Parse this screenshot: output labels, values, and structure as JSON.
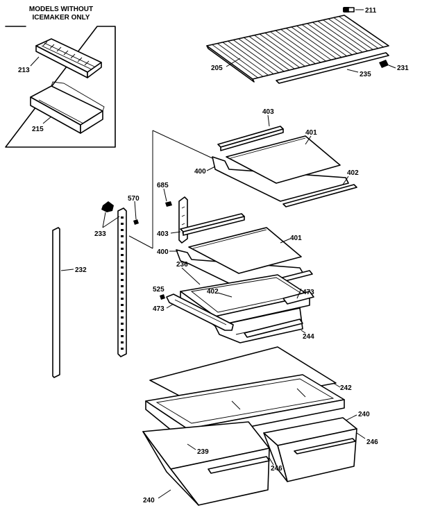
{
  "inset": {
    "title_line1": "MODELS WITHOUT",
    "title_line2": "ICEMAKER ONLY"
  },
  "labels": {
    "p211": "211",
    "p205": "205",
    "p235": "235",
    "p231": "231",
    "p213": "213",
    "p215": "215",
    "p403a": "403",
    "p401a": "401",
    "p400a": "400",
    "p402a": "402",
    "p685": "685",
    "p570": "570",
    "p233": "233",
    "p403b": "403",
    "p401b": "401",
    "p400b": "400",
    "p236": "236",
    "p402b": "402",
    "p473a": "473",
    "p525": "525",
    "p473b": "473",
    "p244": "244",
    "p232": "232",
    "p242": "242",
    "p240a": "240",
    "p246a": "246",
    "p239": "239",
    "p246b": "246",
    "p240b": "240"
  }
}
